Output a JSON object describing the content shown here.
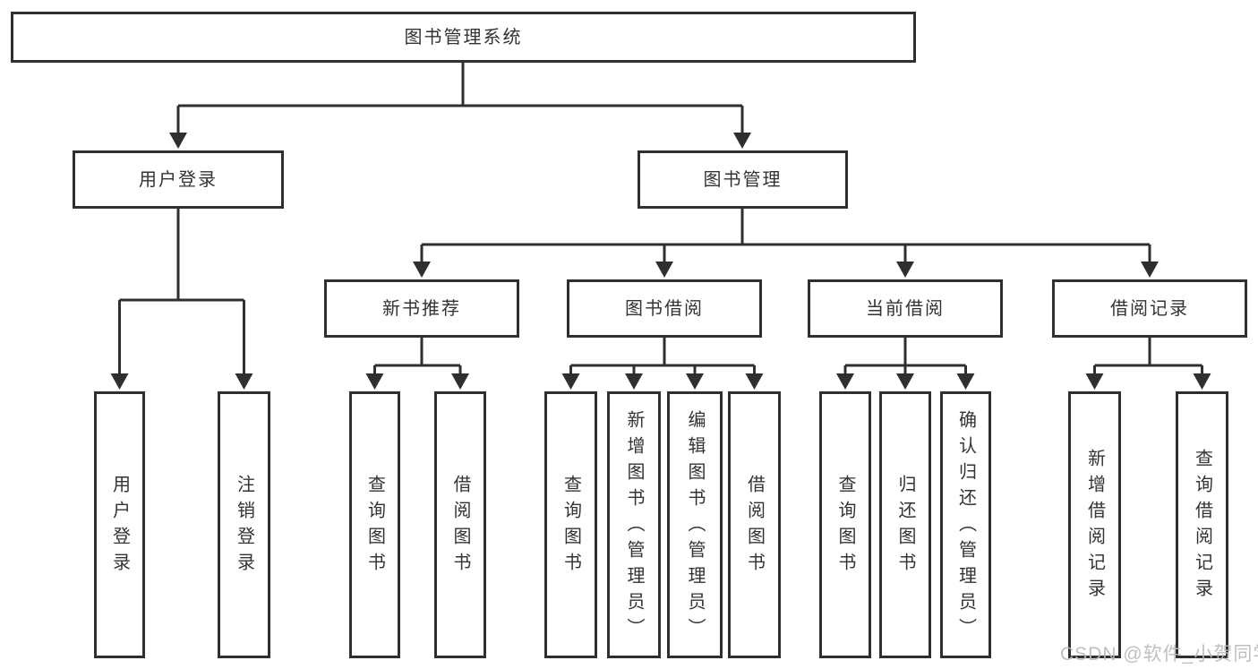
{
  "tree": {
    "label": "图书管理系统",
    "children": [
      {
        "label": "用户登录",
        "children": [
          {
            "label": "用户登录"
          },
          {
            "label": "注销登录"
          }
        ]
      },
      {
        "label": "图书管理",
        "children": [
          {
            "label": "新书推荐",
            "children": [
              {
                "label": "查询图书"
              },
              {
                "label": "借阅图书"
              }
            ]
          },
          {
            "label": "图书借阅",
            "children": [
              {
                "label": "查询图书"
              },
              {
                "label": "新增图书（管理员）"
              },
              {
                "label": "编辑图书（管理员）"
              },
              {
                "label": "借阅图书"
              }
            ]
          },
          {
            "label": "当前借阅",
            "children": [
              {
                "label": "查询图书"
              },
              {
                "label": "归还图书"
              },
              {
                "label": "确认归还（管理员）"
              }
            ]
          },
          {
            "label": "借阅记录",
            "children": [
              {
                "label": "新增借阅记录"
              },
              {
                "label": "查询借阅记录"
              }
            ]
          }
        ]
      }
    ]
  },
  "watermark": {
    "text": "CSDN @软件_小贺同学"
  },
  "colors": {
    "line": "#2f2f2f",
    "box_border": "#2f2f2f",
    "box_fill": "#ffffff",
    "text": "#333333",
    "background": "#ffffff",
    "watermark": "#b9b9b9"
  }
}
